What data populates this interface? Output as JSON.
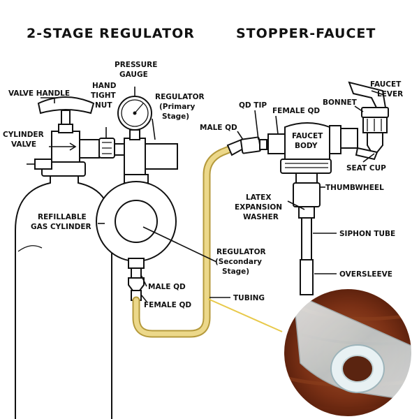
{
  "titles": {
    "regulator": "2-STAGE REGULATOR",
    "faucet": "STOPPER-FAUCET"
  },
  "labels": {
    "valve_handle": "VALVE HANDLE",
    "hand_tight_nut": [
      "HAND",
      "TIGHT",
      "NUT"
    ],
    "pressure_gauge": [
      "PRESSURE",
      "GAUGE"
    ],
    "regulator_primary": [
      "REGULATOR",
      "(Primary",
      "Stage)"
    ],
    "cylinder_valve": [
      "CYLINDER",
      "VALVE"
    ],
    "refillable_gas_cylinder": [
      "REFILLABLE",
      "GAS CYLINDER"
    ],
    "regulator_secondary": [
      "REGULATOR",
      "(Secondary",
      "Stage)"
    ],
    "male_qd_lower": "MALE QD",
    "female_qd_lower": "FEMALE QD",
    "tubing": "TUBING",
    "qd_tip": "QD TIP",
    "female_qd_upper": "FEMALE QD",
    "male_qd_upper": "MALE QD",
    "faucet_body_text": [
      "FAUCET",
      "BODY"
    ],
    "faucet_lever": [
      "FAUCET",
      "LEVER"
    ],
    "bonnet": "BONNET",
    "seat_cup": "SEAT CUP",
    "thumbwheel": "THUMBWHEEL",
    "latex_expansion_washer": [
      "LATEX",
      "EXPANSION",
      "WASHER"
    ],
    "siphon_tube": "SIPHON TUBE",
    "oversleeve": "OVERSLEEVE"
  },
  "colors": {
    "tubing": "#ecd88a",
    "tubing_outline": "#b59a3c",
    "callout_line": "#e8c94a",
    "wood_dark": "#5a1f0c",
    "wood_light": "#9a4a22",
    "tube_glass": "#d9e6ea"
  }
}
